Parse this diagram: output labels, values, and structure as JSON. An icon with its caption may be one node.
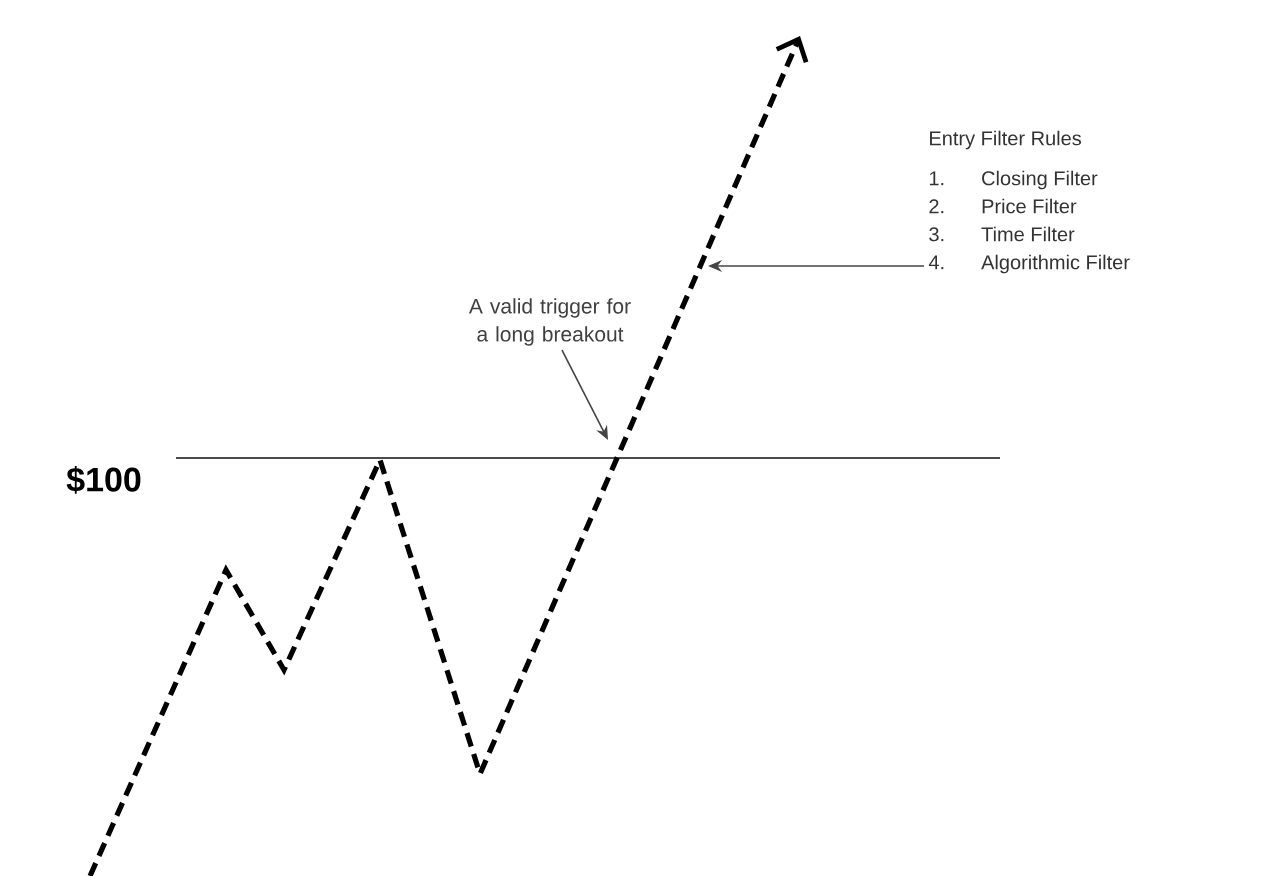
{
  "diagram": {
    "nodes": [
      {
        "text": [
          "A valid trigger for a long breakout"
        ]
      },
      {
        "text": [
          "Entry Filter Rules",
          "1.",
          "Closing Filter",
          "2.",
          "Price Filter",
          "3.",
          "Time Filter",
          "4.",
          "Algorithmic Filter"
        ]
      }
    ],
    "edges": [
      {
        "from": 0,
        "to": null,
        "arrow": "to"
      },
      {
        "from": 1,
        "to": null,
        "arrow": "to"
      }
    ],
    "labels": [
      "$100"
    ]
  }
}
